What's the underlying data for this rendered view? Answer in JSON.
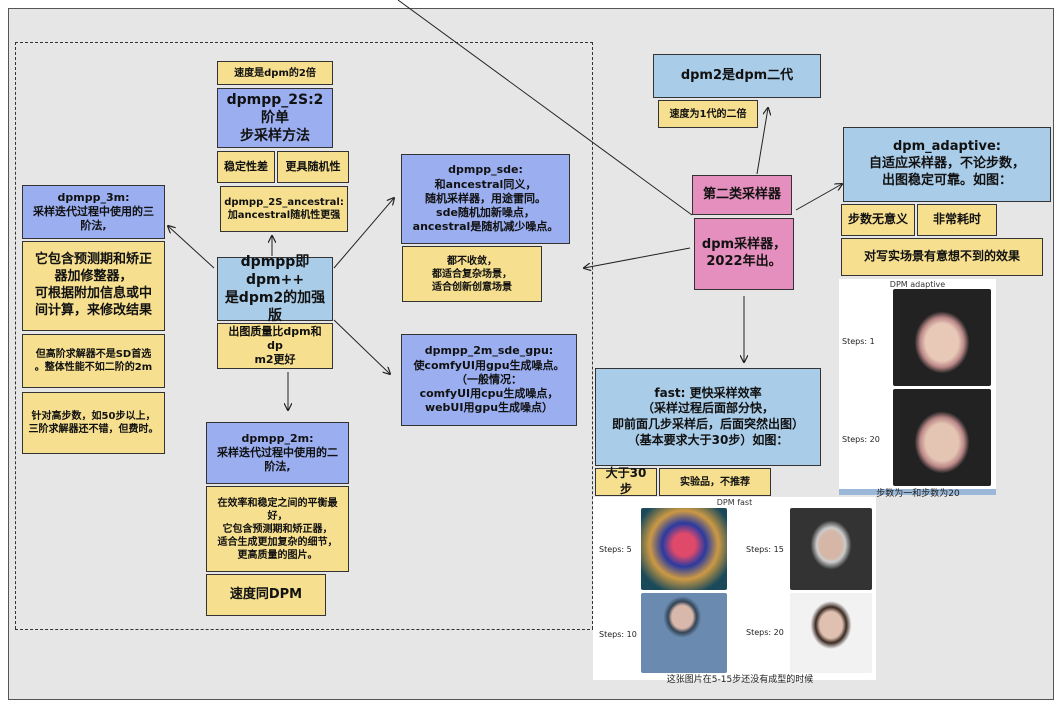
{
  "nodes": {
    "speed_2x": "速度是dpm的2倍",
    "dpmpp_2s": "dpmpp_2S:2阶单\n步采样方法",
    "stable_poor": "稳定性差",
    "more_random": "更具随机性",
    "dpmpp_2s_ancestral": "dpmpp_2S_ancestral:\n加ancestral随机性更强",
    "dpmpp_sde": "dpmpp_sde:\n和ancestral同义，\n随机采样器，用途雷同。\nsde随机加新噪点，\nancestral是随机减少噪点。",
    "sde_note": "都不收敛，\n都适合复杂场景，\n适合创新创意场景",
    "dpmpp_3m": "dpmpp_3m:\n采样迭代过程中使用的三\n阶法,",
    "dpmpp_3m_desc": "它包含预测期和矫正\n器加修整器，\n可根据附加信息或中\n间计算，来修改结果",
    "dpmpp_3m_note1": "但高阶求解器不是SD首选\n。整体性能不如二阶的2m",
    "dpmpp_3m_note2": "针对高步数，如50步以上，\n三阶求解器还不错，但费时。",
    "dpmpp_main": "dpmpp即dpm++\n是dpm2的加强版",
    "dpmpp_quality": "出图质量比dpm和dp\nm2更好",
    "dpmpp_2m_sde_gpu": "dpmpp_2m_sde_gpu:\n使comfyUI用gpu生成噪点。\n（一般情况：\ncomfyUI用cpu生成噪点，\nwebUI用gpu生成噪点）",
    "dpmpp_2m": "dpmpp_2m:\n采样迭代过程中使用的二\n阶法,",
    "dpmpp_2m_desc": "在效率和稳定之间的平衡最\n好，\n它包含预测期和矫正器，\n适合生成更加复杂的细节，\n更高质量的图片。",
    "dpmpp_2m_speed": "速度同DPM",
    "dpm2": "dpm2是dpm二代",
    "dpm2_speed": "速度为1代的二倍",
    "second_class": "第二类采样器",
    "dpm_sampler": "dpm采样器，\n2022年出。",
    "dpm_adaptive": "dpm_adaptive:\n自适应采样器，不论步数，\n出图稳定可靠。如图：",
    "steps_meaningless": "步数无意义",
    "very_slow": "非常耗时",
    "realistic_effect": "对写实场景有意想不到的效果",
    "dpm_fast": "fast: 更快采样效率\n（采样过程后面部分快，\n即前面几步采样后，后面突然出图）\n（基本要求大于30步）如图：",
    "over_30": "大于30步",
    "experimental": "实验品，不推荐"
  },
  "adaptive_panel": {
    "title": "DPM adaptive",
    "labels": [
      "Steps: 1",
      "Steps: 20"
    ],
    "caption": "步数为一和步数为20"
  },
  "fast_panel": {
    "title": "DPM fast",
    "labels": [
      "Steps: 5",
      "Steps: 15",
      "Steps: 10",
      "Steps: 20"
    ],
    "caption": "这张图片在5-15步还没有成型的时候"
  },
  "colors": {
    "blue": "#9aaef0",
    "light_blue": "#a9cce8",
    "yellow": "#f6df8e",
    "pink": "#e48fbd",
    "background": "#e6e6e6"
  }
}
